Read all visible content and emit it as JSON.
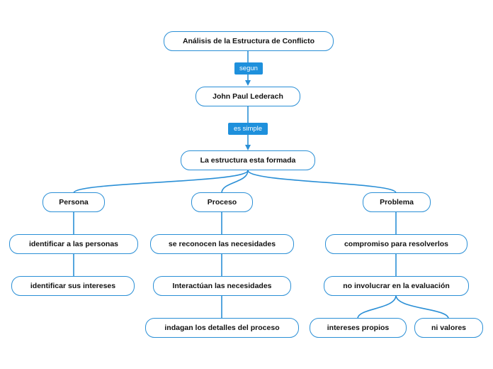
{
  "colors": {
    "line": "#2a8fd6",
    "label_bg": "#1e90dc"
  },
  "nodes": {
    "root": "Análisis de la Estructura de Conflicto",
    "author": "John Paul Lederach",
    "structure": "La estructura esta formada",
    "persona": "Persona",
    "proceso": "Proceso",
    "problema": "Problema",
    "persona_1": "identificar a las personas",
    "persona_2": "identificar sus intereses",
    "proceso_1": "se reconocen las necesidades",
    "proceso_2": "Interactúan las necesidades",
    "proceso_3": "indagan los detalles del proceso",
    "problema_1": "compromiso para resolverlos",
    "problema_2": "no involucrar en la evaluación",
    "problema_3a": "intereses propios",
    "problema_3b": "ni valores"
  },
  "links": {
    "segun": "segun",
    "es_simple": "es simple"
  }
}
